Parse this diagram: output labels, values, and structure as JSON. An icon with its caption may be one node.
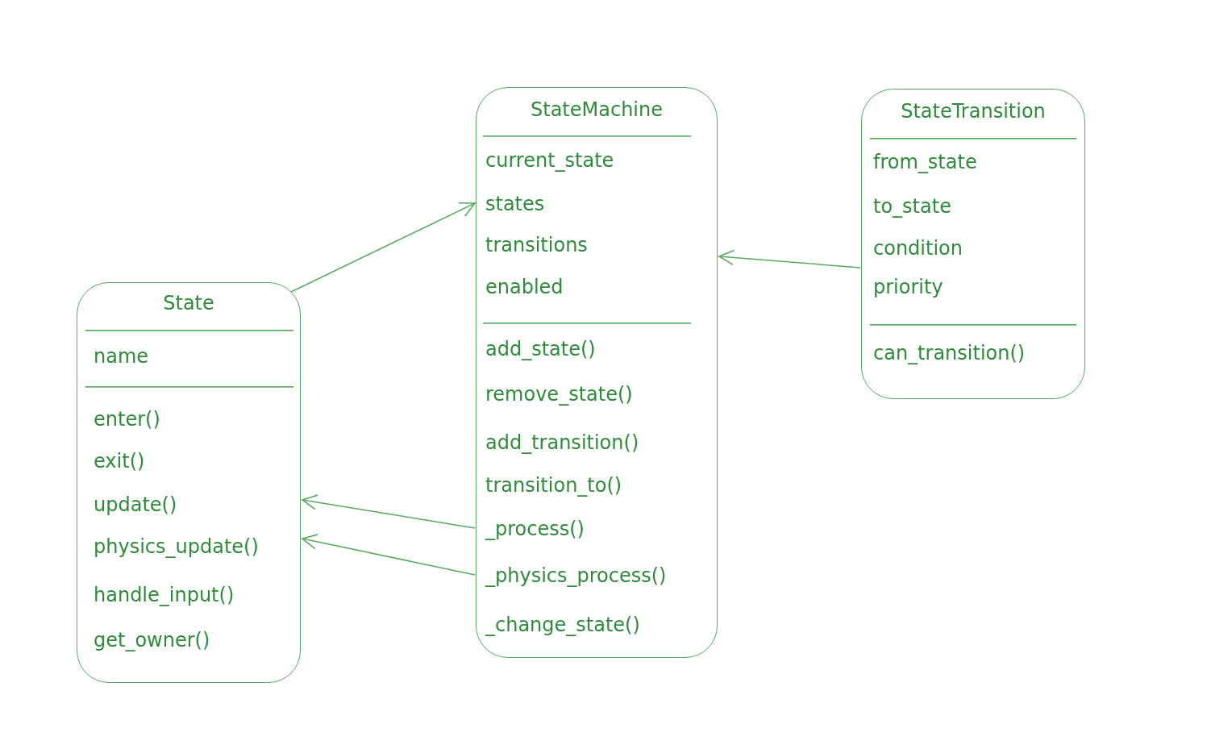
{
  "diagram": {
    "nodes": [
      {
        "text": [
          "State",
          "name",
          "enter()",
          "exit()",
          "update()",
          "physics_update()",
          "handle_input()",
          "get_owner()"
        ]
      },
      {
        "text": [
          "StateMachine",
          "current_state",
          "states",
          "transitions",
          "enabled",
          "add_state()",
          "remove_state()",
          "add_transition()",
          "transition_to()",
          "_process()",
          "_physics_process()",
          "_change_state()"
        ]
      },
      {
        "text": [
          "StateTransition",
          "from_state",
          "to_state",
          "condition",
          "priority",
          "can_transition()"
        ]
      }
    ],
    "edges": [
      {
        "from": 0,
        "to": 1,
        "arrow": "to"
      },
      {
        "from": 2,
        "to": 1,
        "arrow": "to"
      },
      {
        "from": 1,
        "to": 0,
        "arrow": "to"
      },
      {
        "from": 1,
        "to": 0,
        "arrow": "to"
      }
    ]
  }
}
